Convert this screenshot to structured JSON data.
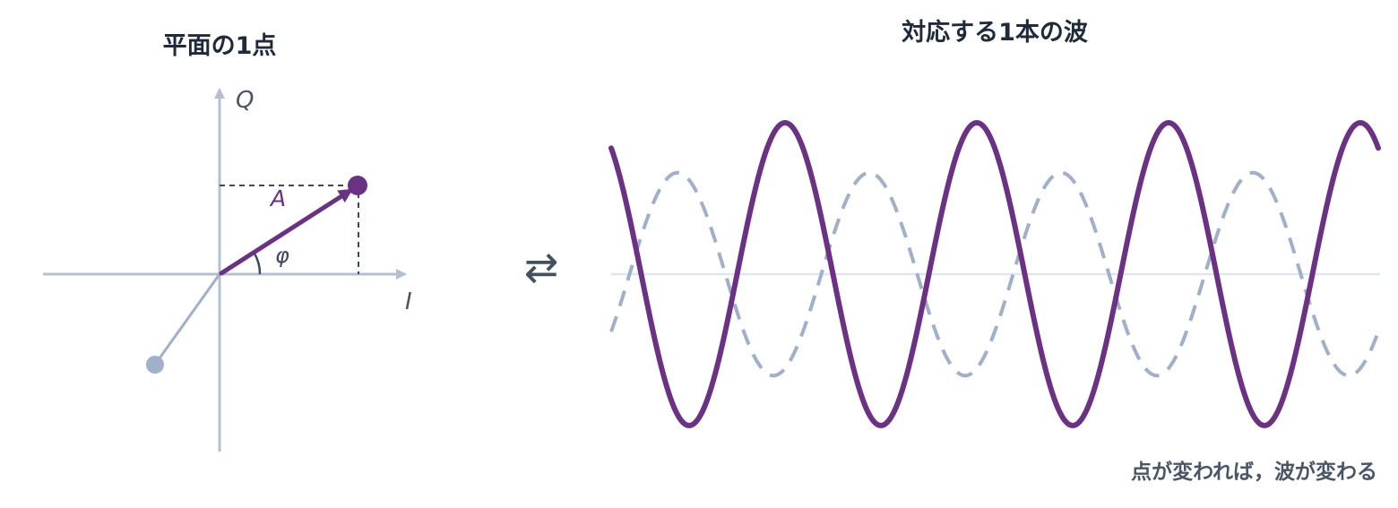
{
  "left_panel": {
    "title": "平面の1点",
    "q_axis_label": "Q",
    "i_axis_label": "I",
    "amplitude_label": "A",
    "phase_label": "φ"
  },
  "exchange_symbol": "⇄",
  "right_panel": {
    "title": "対応する1本の波",
    "caption": "点が変われば，波が変わる"
  },
  "colors": {
    "accent": "#6b3283",
    "secondary": "#9fb0c8",
    "axis": "#b4c0d2",
    "baseline": "#e0e5ee",
    "guide": "#3d4a60",
    "heading": "#1f2a3a",
    "caption": "#4a5566"
  },
  "waves": {
    "solid_cycles_shown": 4,
    "dashed_cycles_shown": 4,
    "dashed_amplitude_ratio": 0.67
  }
}
